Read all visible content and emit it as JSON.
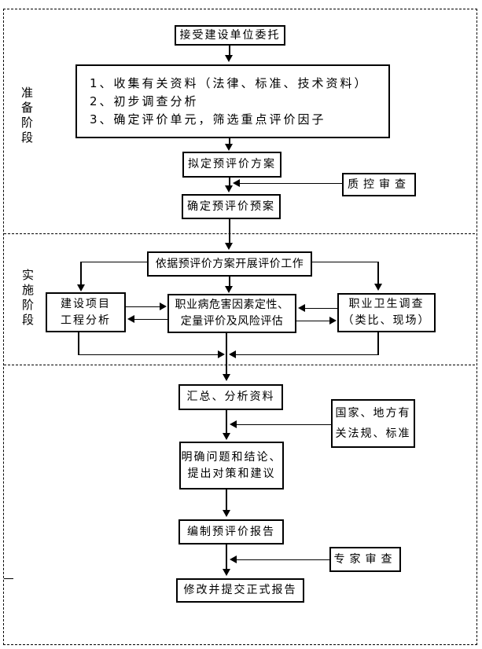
{
  "stages": {
    "preparation": "准备阶段",
    "implementation": "实施阶段"
  },
  "nodes": {
    "accept": "接受建设单位委托",
    "collect_1": "1、收集有关资料（法律、标准、技术资料）",
    "collect_2": "2、初步调查分析",
    "collect_3": "3、确定评价单元，筛选重点评价因子",
    "draft_plan": "拟定预评价方案",
    "qc_review": "质控审查",
    "confirm_plan": "确定预评价预案",
    "carry_out": "依据预评价方案开展评价工作",
    "project_1": "建设项目",
    "project_2": "工程分析",
    "hazard_1": "职业病危害因素定性、",
    "hazard_2": "定量评价及风险评估",
    "survey_1": "职业卫生调查",
    "survey_2": "（类比、现场）",
    "summarize": "汇总、分析资料",
    "regulations_1": "国家、地方有",
    "regulations_2": "关法规、标准",
    "conclusions_1": "明确问题和结论、",
    "conclusions_2": "提出对策和建议",
    "compile_report": "编制预评价报告",
    "expert_review": "专家审查",
    "final_report": "修改并提交正式报告"
  },
  "colors": {
    "line": "#000000",
    "background": "#ffffff",
    "text": "#000000"
  }
}
